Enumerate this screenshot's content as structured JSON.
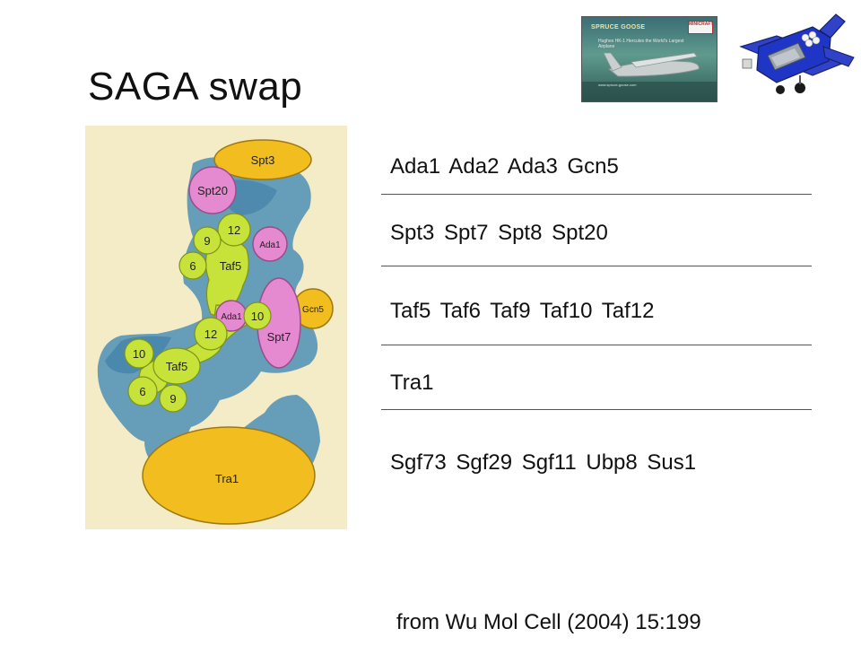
{
  "slide": {
    "title": "SAGA swap",
    "citation": "from Wu Mol Cell (2004) 15:199"
  },
  "thumbnail": {
    "name": "SPRUCE GOOSE",
    "subtitle": "Hughes HK-1 Hercules the World's Largest Airplane",
    "url": "www.spruce-goose.com",
    "logo": "MINICRAFT"
  },
  "diagram": {
    "labels": {
      "spt3": "Spt3",
      "spt20": "Spt20",
      "taf12_top": "12",
      "taf9_top": "9",
      "taf6_top": "6",
      "taf5_top": "Taf5",
      "ada1_top": "Ada1",
      "ada1_mid": "Ada1",
      "taf10_mid": "10",
      "gcn5": "Gcn5",
      "spt7": "Spt7",
      "taf12_mid": "12",
      "taf10_bot": "10",
      "taf5_bot": "Taf5",
      "taf6_bot": "6",
      "taf9_bot": "9",
      "tra1": "Tra1"
    }
  },
  "groups": [
    "Ada1  Ada2  Ada3  Gcn5",
    "Spt3  Spt7  Spt8  Spt20",
    "Taf5 Taf6 Taf9 Taf10 Taf12",
    "Tra1",
    "Sgf73 Sgf29 Sgf11 Ubp8 Sus1"
  ],
  "colors": {
    "blue_density": "#3d86b3",
    "yellow_subunit": "#f1bd1f",
    "pink_subunit": "#e58ad0",
    "lime_subunit": "#c7e33a",
    "diagram_bg": "#f3ecc6"
  }
}
